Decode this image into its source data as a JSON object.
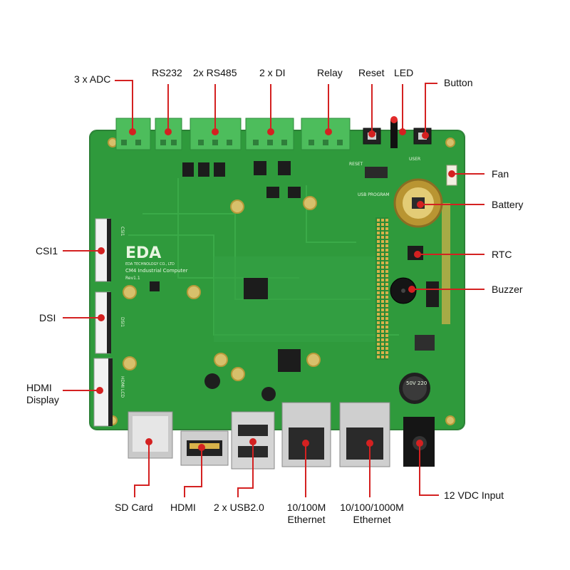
{
  "board": {
    "logo": "EDA",
    "company": "EDA TECHNOLOGY CO., LTD",
    "product": "CM4 Industrial Computer",
    "revision": "Rev1.1"
  },
  "silkscreen": {
    "reset": "RESET",
    "user": "USER",
    "usb_program": "USB PROGRAM",
    "csi": "CSI1",
    "dsi": "DSI1",
    "hdmi_lcd": "HDMI LCD",
    "capacitor": "50V 220"
  },
  "colors": {
    "pcb": "#2f9a3c",
    "terminal_green": "#4dbd5c",
    "callout_red": "#d42121"
  },
  "callouts": {
    "adc": "3 x ADC",
    "rs232": "RS232",
    "rs485": "2x RS485",
    "di": "2 x DI",
    "relay": "Relay",
    "reset": "Reset",
    "led": "LED",
    "button": "Button",
    "fan": "Fan",
    "battery": "Battery",
    "csi1": "CSI1",
    "rtc": "RTC",
    "buzzer": "Buzzer",
    "dsi": "DSI",
    "hdmi_display": "HDMI\nDisplay",
    "sd_card": "SD Card",
    "hdmi": "HDMI",
    "usb": "2 x USB2.0",
    "eth100": "10/100M\nEthernet",
    "eth1000": "10/100/1000M\nEthernet",
    "power": "12 VDC Input"
  }
}
